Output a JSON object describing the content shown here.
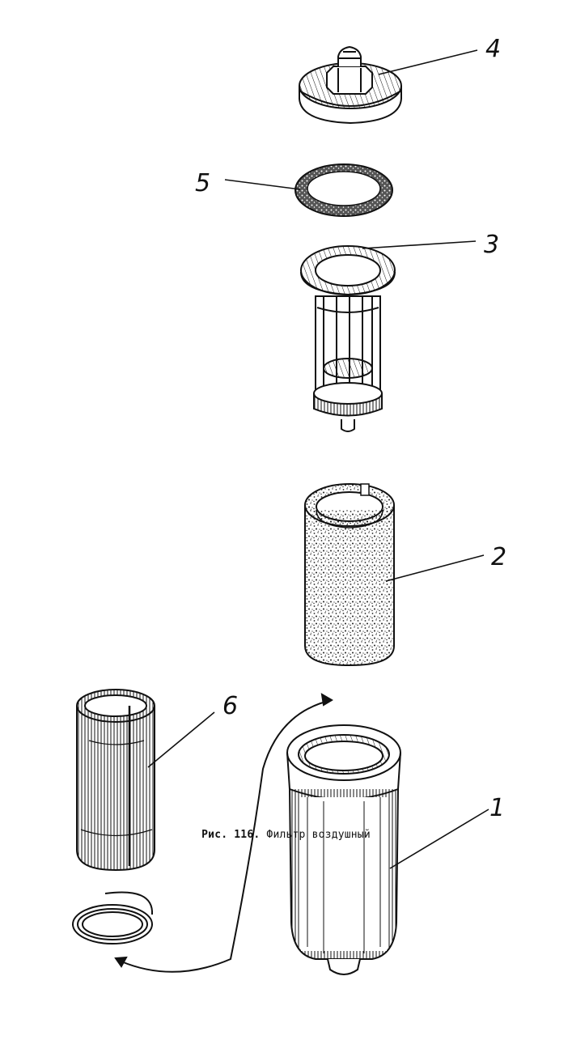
{
  "figure": {
    "caption_prefix": "Рис. 116.",
    "caption_title": "Фильтр воздушный",
    "callouts": [
      {
        "id": "part-1",
        "label": "1"
      },
      {
        "id": "part-2",
        "label": "2"
      },
      {
        "id": "part-3",
        "label": "3"
      },
      {
        "id": "part-4",
        "label": "4"
      },
      {
        "id": "part-5",
        "label": "5"
      },
      {
        "id": "part-6",
        "label": "6"
      }
    ],
    "colors": {
      "ink": "#111111",
      "paper": "#ffffff"
    }
  }
}
